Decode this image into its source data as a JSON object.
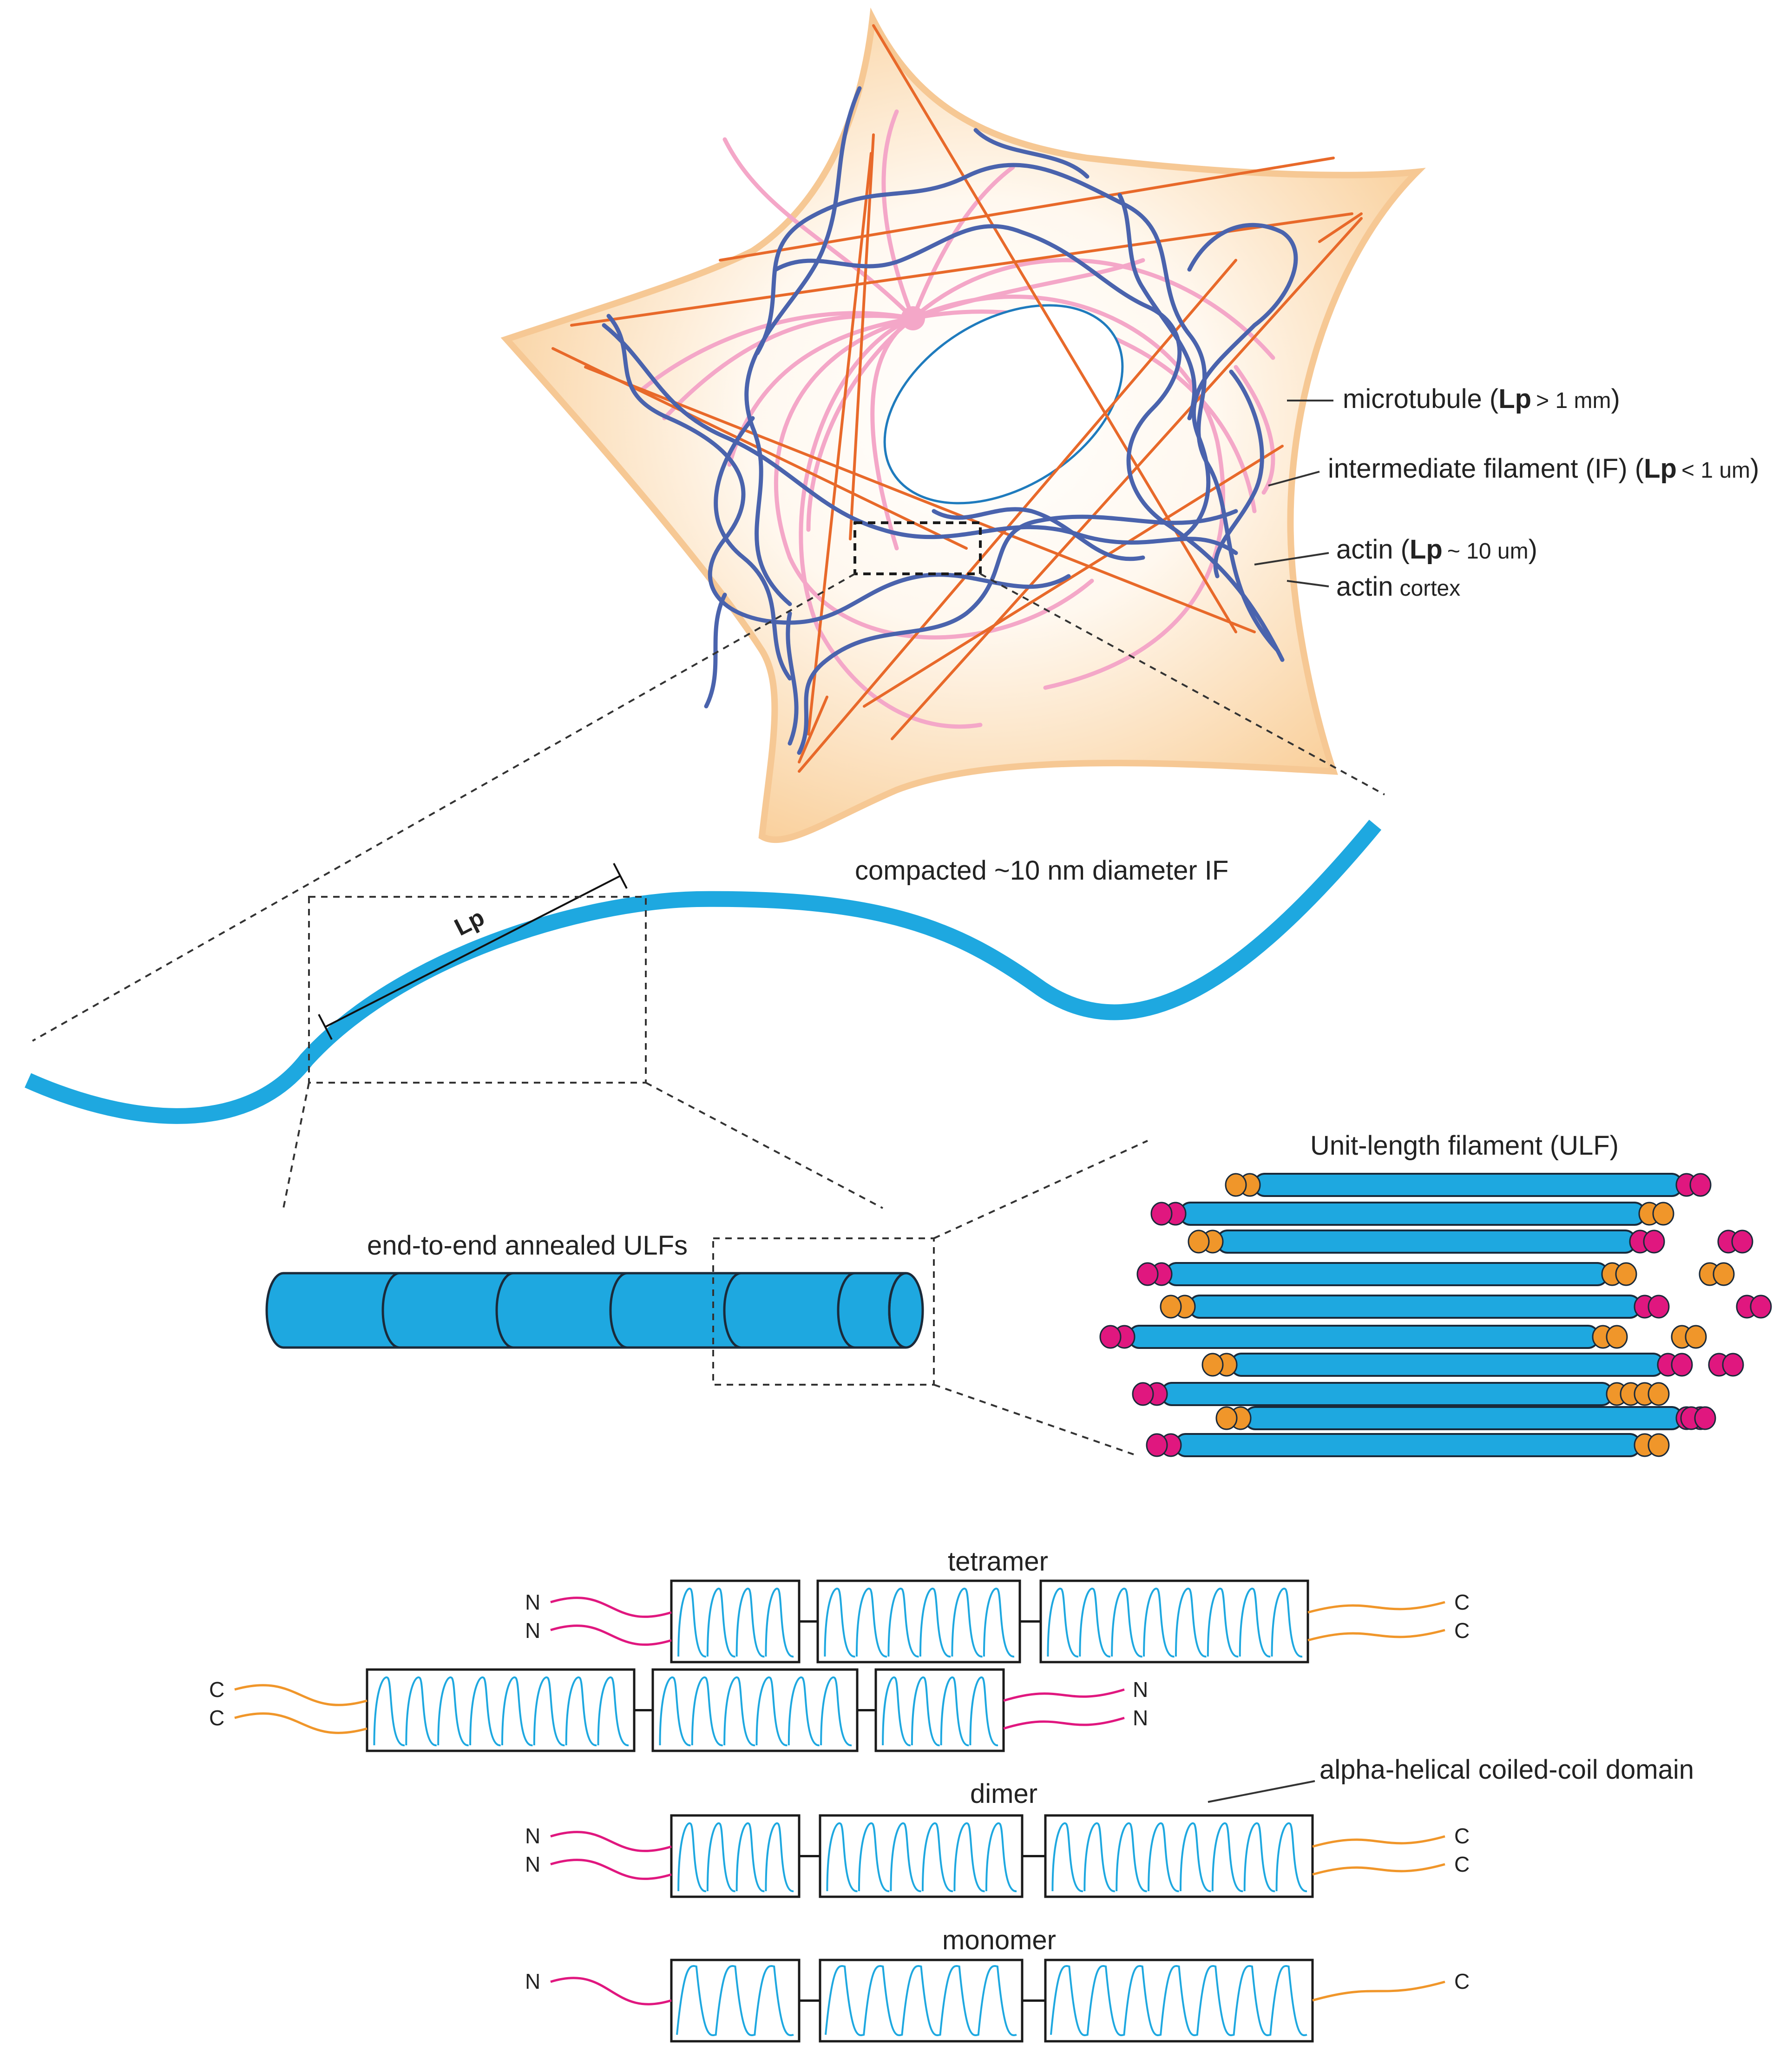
{
  "labels": {
    "microtubule": {
      "name": "microtubule",
      "lp": "Lp",
      "relation": "> 1 mm"
    },
    "intermediate_filament": {
      "name": "intermediate filament (IF)",
      "lp": "Lp",
      "relation": "< 1 um"
    },
    "actin": {
      "name": "actin",
      "lp": "Lp",
      "relation": "~ 10 um"
    },
    "actin_cortex": {
      "name": "actin",
      "suffix": "cortex"
    },
    "compacted_if": "compacted ~10 nm diameter IF",
    "lp_marker": "Lp",
    "annealed_ulfs": "end-to-end annealed ULFs",
    "ulf": "Unit-length filament (ULF)",
    "tetramer": "tetramer",
    "dimer": "dimer",
    "monomer": "monomer",
    "coiled_coil": "alpha-helical coiled-coil domain"
  },
  "termini": {
    "n": "N",
    "c": "C"
  },
  "colors": {
    "cell_fill": "#fbd9ad",
    "microtubule": "#f4a7c8",
    "intermediate_filament": "#4a63ad",
    "actin": "#e8692a",
    "nucleus": "#1f7bbd",
    "if_blue": "#1ea8e0",
    "n_terminus": "#e0177f",
    "c_terminus": "#f0962a"
  }
}
